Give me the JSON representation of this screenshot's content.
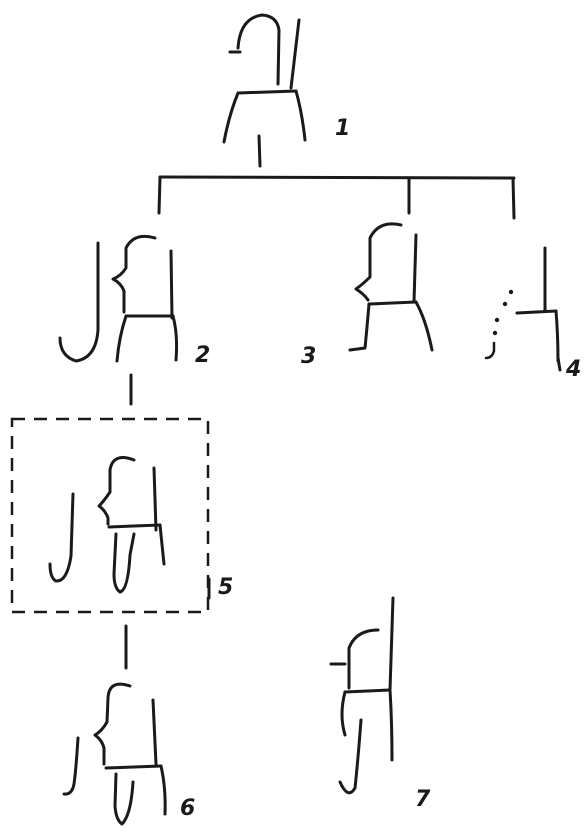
{
  "diagram": {
    "nodes": [
      {
        "id": "1",
        "label": "1"
      },
      {
        "id": "2",
        "label": "2"
      },
      {
        "id": "3",
        "label": "3"
      },
      {
        "id": "4",
        "label": "4"
      },
      {
        "id": "5",
        "label": "5",
        "highlighted": true
      },
      {
        "id": "6",
        "label": "6"
      },
      {
        "id": "7",
        "label": "7"
      }
    ],
    "edges": [
      {
        "from": "1",
        "to": "2"
      },
      {
        "from": "1",
        "to": "3"
      },
      {
        "from": "1",
        "to": "4"
      },
      {
        "from": "2",
        "to": "5"
      },
      {
        "from": "5",
        "to": "6"
      }
    ],
    "colors": {
      "ink": "#1a1a1a",
      "background": "#ffffff"
    }
  }
}
